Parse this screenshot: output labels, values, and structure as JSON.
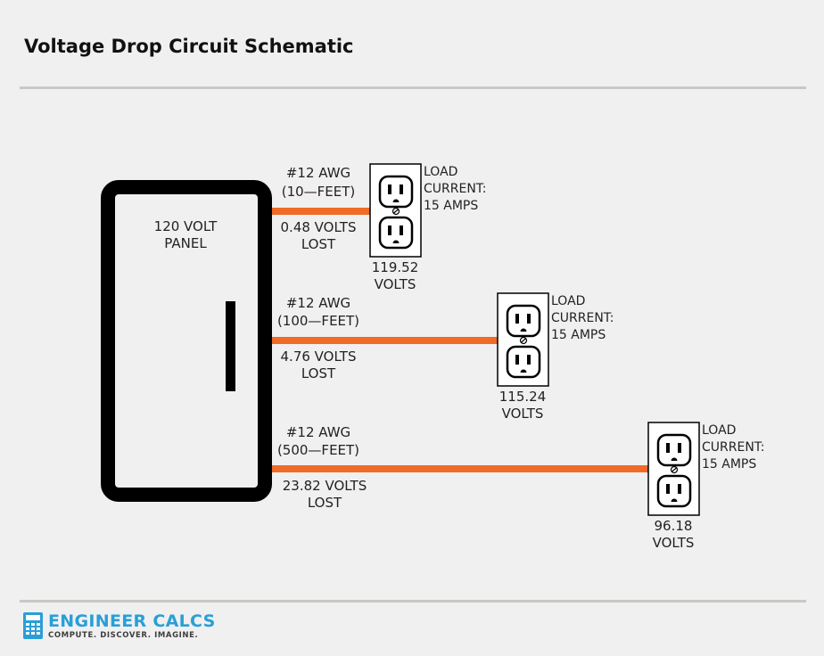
{
  "title": "Voltage Drop Circuit Schematic",
  "panel": {
    "line1": "120 VOLT",
    "line2": "PANEL"
  },
  "colors": {
    "wire": "#ef6b26",
    "ink": "#000000",
    "accent": "#2a9fd6",
    "background": "#f0f0f0"
  },
  "circuits": [
    {
      "wire_label_1": "#12 AWG",
      "wire_label_2": "(10—FEET)",
      "drop_line1": "0.48 VOLTS",
      "drop_line2": "LOST",
      "load_line1": "LOAD",
      "load_line2": "CURRENT:",
      "load_line3": "15 AMPS",
      "volts_line1": "119.52",
      "volts_line2": "VOLTS"
    },
    {
      "wire_label_1": "#12 AWG",
      "wire_label_2": "(100—FEET)",
      "drop_line1": "4.76 VOLTS",
      "drop_line2": "LOST",
      "load_line1": "LOAD",
      "load_line2": "CURRENT:",
      "load_line3": "15 AMPS",
      "volts_line1": "115.24",
      "volts_line2": "VOLTS"
    },
    {
      "wire_label_1": "#12 AWG",
      "wire_label_2": "(500—FEET)",
      "drop_line1": "23.82 VOLTS",
      "drop_line2": "LOST",
      "load_line1": "LOAD",
      "load_line2": "CURRENT:",
      "load_line3": "15 AMPS",
      "volts_line1": "96.18",
      "volts_line2": "VOLTS"
    }
  ],
  "logo": {
    "name": "ENGINEER CALCS",
    "tagline": "COMPUTE. DISCOVER. IMAGINE.",
    "icon": "calculator-icon"
  }
}
